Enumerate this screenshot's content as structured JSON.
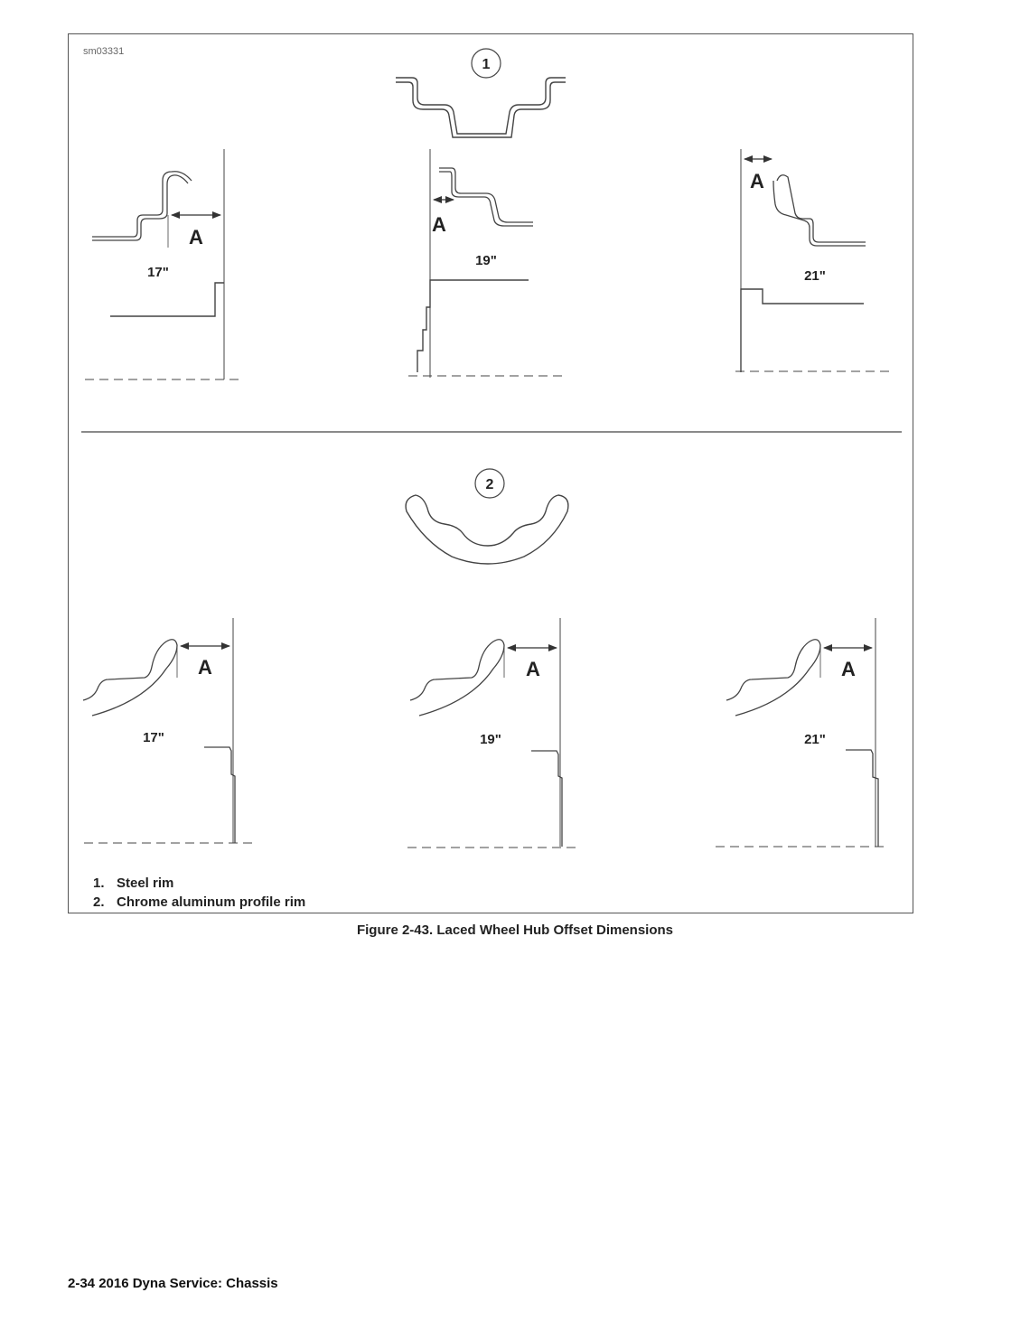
{
  "figure": {
    "id": "sm03331",
    "section1_callout": "1",
    "section2_callout": "2",
    "dimension_label": "A",
    "sizes": [
      "17\"",
      "19\"",
      "21\""
    ]
  },
  "legend": [
    {
      "num": "1.",
      "text": "Steel rim"
    },
    {
      "num": "2.",
      "text": "Chrome aluminum profile rim"
    }
  ],
  "caption": "Figure 2-43. Laced Wheel Hub Offset Dimensions",
  "footer": "2-34  2016 Dyna Service:  Chassis"
}
